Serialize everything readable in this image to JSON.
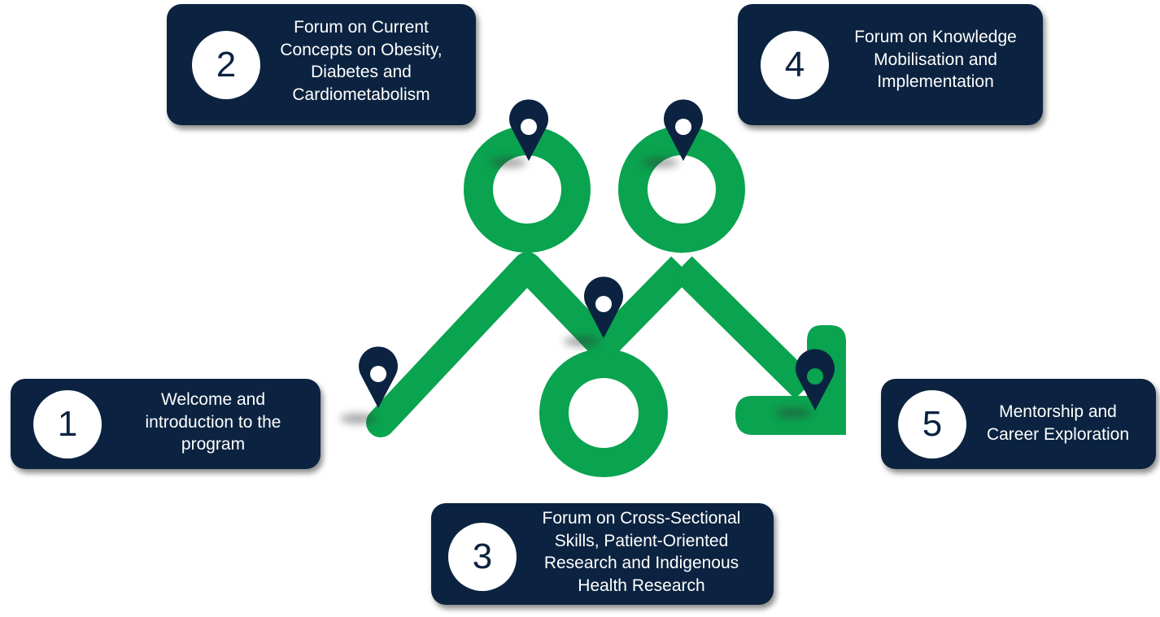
{
  "colors": {
    "path_green": "#0aa34f",
    "card_navy": "#0b2340",
    "pin_navy": "#0b2340",
    "circle_white": "#ffffff"
  },
  "stages": [
    {
      "number": "1",
      "title": "Welcome and\nintroduction to the\nprogram"
    },
    {
      "number": "2",
      "title": "Forum on Current\nConcepts on Obesity,\nDiabetes and\nCardiometabolism"
    },
    {
      "number": "3",
      "title": "Forum on Cross-Sectional\nSkills, Patient-Oriented\nResearch and Indigenous\nHealth Research"
    },
    {
      "number": "4",
      "title": "Forum on Knowledge\nMobilisation and\nImplementation"
    },
    {
      "number": "5",
      "title": "Mentorship and\nCareer Exploration"
    }
  ],
  "icons": {
    "pin": "map-pin-icon",
    "path": "winding-path-arrow"
  }
}
